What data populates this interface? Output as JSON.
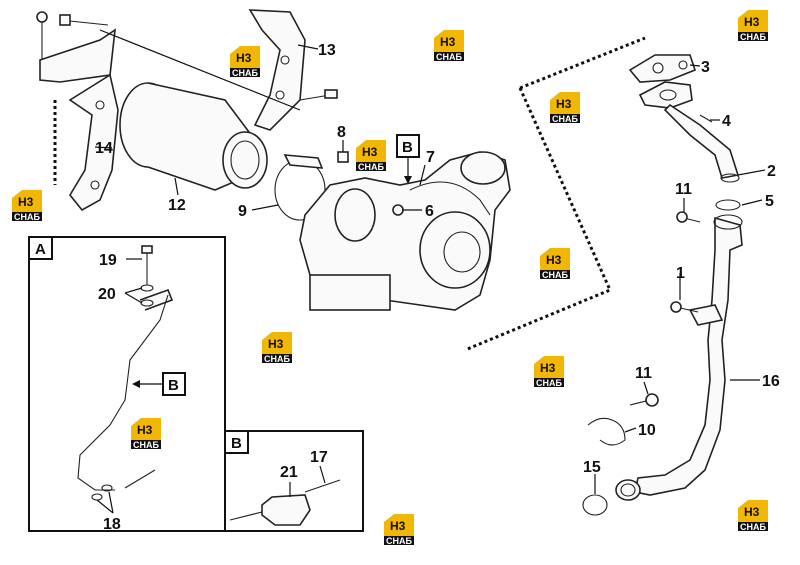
{
  "diagram": {
    "callouts": [
      {
        "id": "c1",
        "text": "1"
      },
      {
        "id": "c2",
        "text": "2"
      },
      {
        "id": "c3",
        "text": "3"
      },
      {
        "id": "c4",
        "text": "4"
      },
      {
        "id": "c5",
        "text": "5"
      },
      {
        "id": "c6",
        "text": "6"
      },
      {
        "id": "c7",
        "text": "7"
      },
      {
        "id": "c8",
        "text": "8"
      },
      {
        "id": "c9",
        "text": "9"
      },
      {
        "id": "c10",
        "text": "10"
      },
      {
        "id": "c11a",
        "text": "11"
      },
      {
        "id": "c11b",
        "text": "11"
      },
      {
        "id": "c12",
        "text": "12"
      },
      {
        "id": "c13",
        "text": "13"
      },
      {
        "id": "c14",
        "text": "14"
      },
      {
        "id": "c15",
        "text": "15"
      },
      {
        "id": "c16",
        "text": "16"
      },
      {
        "id": "c17",
        "text": "17"
      },
      {
        "id": "c18",
        "text": "18"
      },
      {
        "id": "c19",
        "text": "19"
      },
      {
        "id": "c20",
        "text": "20"
      },
      {
        "id": "c21",
        "text": "21"
      }
    ],
    "detail_labels": {
      "box_a": "A",
      "box_b": "B",
      "ref_b_main": "B",
      "ref_b_in_a": "B"
    }
  },
  "watermark": {
    "logo_text": "H3",
    "sub_text": "CHAБ",
    "colors": {
      "badge": "#f2b705",
      "band": "#111111"
    }
  }
}
